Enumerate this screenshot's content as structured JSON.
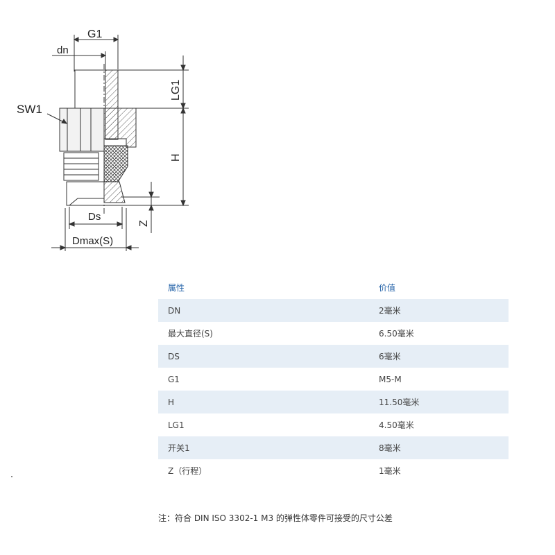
{
  "drawing": {
    "labels": {
      "g1": "G1",
      "dn": "dn",
      "sw1": "SW1",
      "lg1": "LG1",
      "h": "H",
      "ds": "Ds",
      "z": "Z",
      "dmax": "Dmax(S)"
    }
  },
  "table": {
    "header": {
      "attribute": "属性",
      "value": "价值"
    },
    "rows": [
      {
        "attribute": "DN",
        "value": "2毫米"
      },
      {
        "attribute": "最大直径(S)",
        "value": "6.50毫米"
      },
      {
        "attribute": "DS",
        "value": "6毫米"
      },
      {
        "attribute": "G1",
        "value": "M5-M"
      },
      {
        "attribute": "H",
        "value": "11.50毫米"
      },
      {
        "attribute": "LG1",
        "value": "4.50毫米"
      },
      {
        "attribute": "开关1",
        "value": "8毫米"
      },
      {
        "attribute": "Z（行程）",
        "value": "1毫米"
      }
    ]
  },
  "note": "注：符合 DIN ISO 3302-1 M3 的弹性体零件可接受的尺寸公差",
  "colors": {
    "header_text": "#1f5fa6",
    "stripe": "#e6eef6"
  }
}
